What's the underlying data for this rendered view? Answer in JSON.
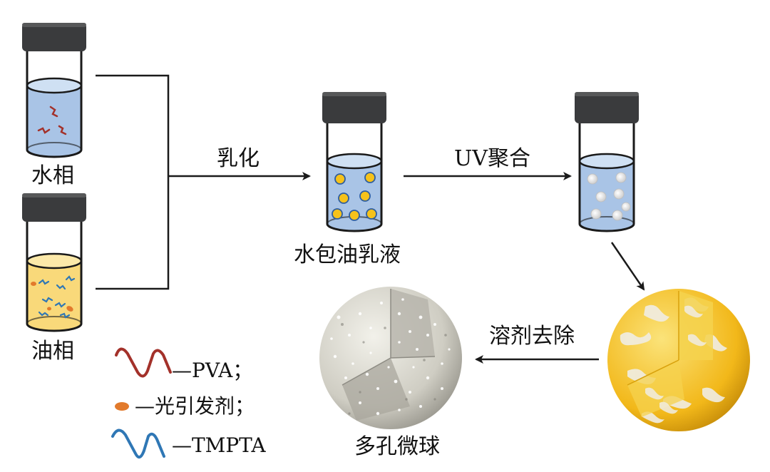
{
  "phases": {
    "water": "水相",
    "oil": "油相"
  },
  "steps": {
    "emulsify": "乳化",
    "emulsion": "水包油乳液",
    "uv": "UV聚合",
    "solvent_removal": "溶剂去除",
    "product": "多孔微球"
  },
  "legend": {
    "pva": "—PVA；",
    "initiator": "—光引发剂；",
    "tmpta": "—TMPTA"
  },
  "colors": {
    "cap": "#3a3b3d",
    "water": "#a9c4e6",
    "oil": "#f9d97a",
    "droplet": "#f6c21a",
    "pva": "#a3312a",
    "tmpta": "#2f77b5",
    "initiator": "#e27a2c",
    "line": "#1a1a1a"
  }
}
